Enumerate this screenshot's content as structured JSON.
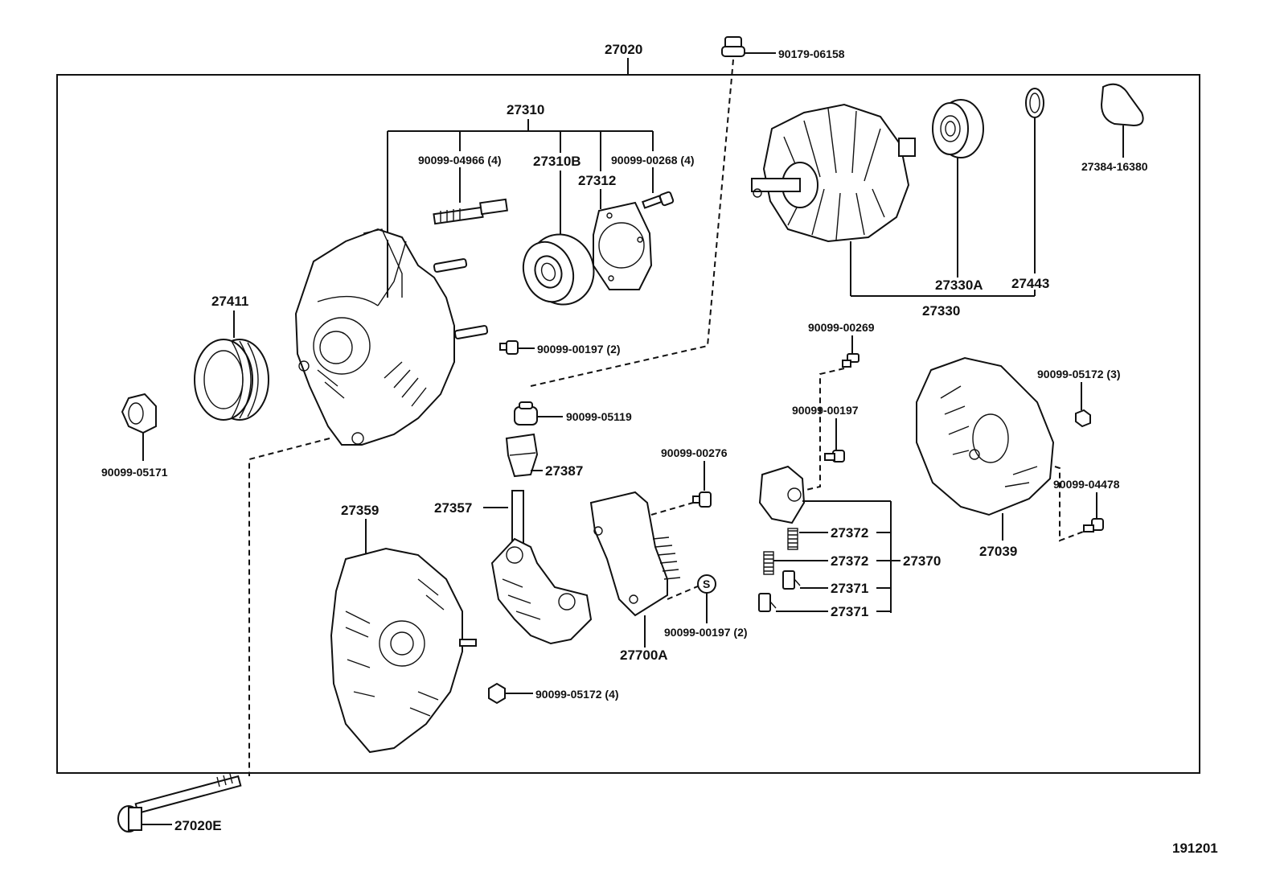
{
  "diagram_id": "191201",
  "labels": {
    "assembly": "27020",
    "nut_top": "90179-06158",
    "frame_drive": "27310",
    "stud": "90099-04966 (4)",
    "bearing_front": "27310B",
    "retainer": "27312",
    "screw_retainer": "90099-00268 (4)",
    "rotor": "27330",
    "bearing_rear": "27330A",
    "ring": "27443",
    "insulator": "27384-16380",
    "pulley": "27411",
    "nut_pulley": "90099-05171",
    "screw_frame": "90099-00197 (2)",
    "nut_terminal": "90099-05119",
    "terminal_insulator": "27387",
    "rectifier_bolt": "27357",
    "rectifier_end_frame": "27359",
    "screw_regulator": "90099-00276",
    "regulator": "27700A",
    "screw_s": "90099-00197 (2)",
    "nut_end_frame": "90099-05172 (4)",
    "screw_holder_top": "90099-00269",
    "screw_holder": "90099-00197",
    "brush_holder_assy": "27370",
    "spring_1": "27372",
    "spring_2": "27372",
    "brush_1": "27371",
    "brush_2": "27371",
    "nut_cover": "90099-05172 (3)",
    "screw_cover": "90099-04478",
    "rear_cover": "27039",
    "through_bolt": "27020E",
    "marker_s": "S"
  }
}
